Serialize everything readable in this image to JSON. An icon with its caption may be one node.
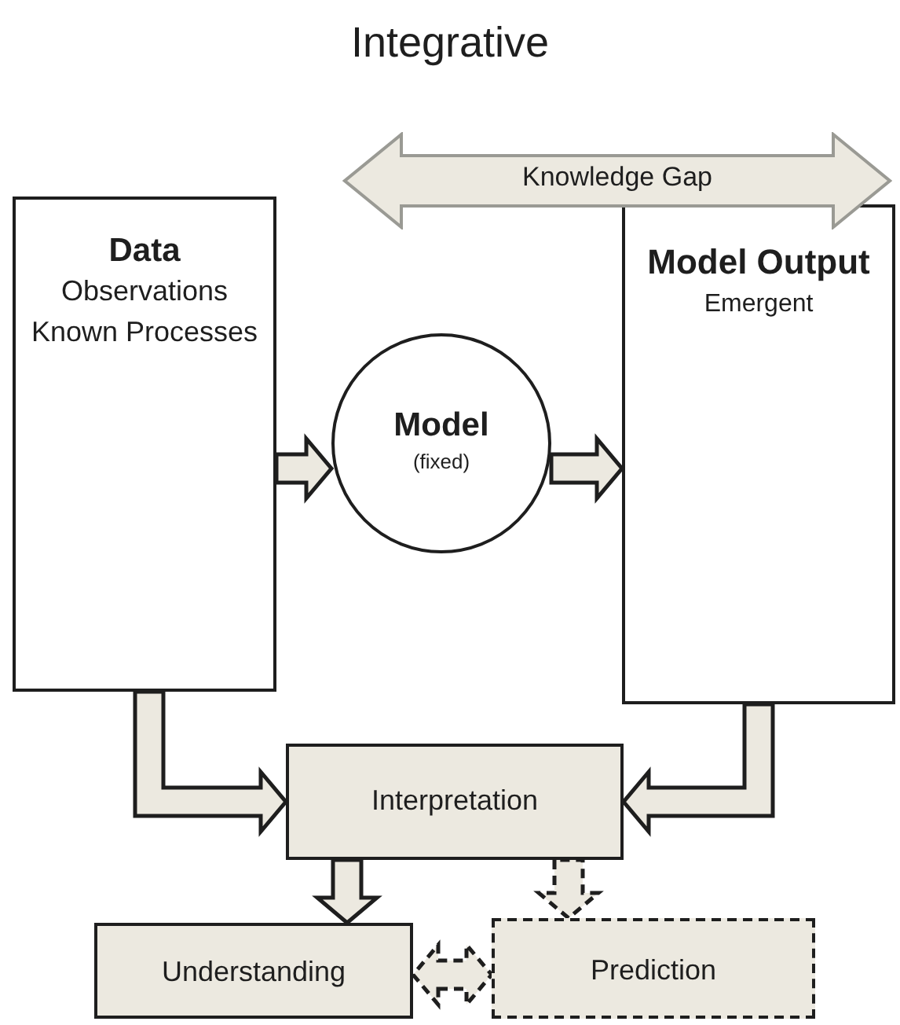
{
  "diagram": {
    "title": "Integrative",
    "nodes": [
      {
        "text": [
          "Knowledge Gap"
        ]
      },
      {
        "text": [
          "Data",
          "Observations Known Processes"
        ]
      },
      {
        "text": [
          "Model",
          "(fixed)"
        ]
      },
      {
        "text": [
          "Model Output",
          "Emergent"
        ]
      },
      {
        "text": [
          "Interpretation"
        ]
      },
      {
        "text": [
          "Understanding"
        ]
      },
      {
        "text": [
          "Prediction"
        ]
      }
    ],
    "edges": [
      {
        "from": 1,
        "to": 2,
        "arrow": "to"
      },
      {
        "from": 2,
        "to": 3,
        "arrow": "to"
      },
      {
        "from": 1,
        "to": 4,
        "arrow": "to"
      },
      {
        "from": 3,
        "to": 4,
        "arrow": "to"
      },
      {
        "from": 4,
        "to": 5,
        "arrow": "to"
      },
      {
        "from": 4,
        "to": 6,
        "arrow": "to",
        "style": "dashed"
      },
      {
        "from": 5,
        "to": 6,
        "arrow": "both",
        "style": "dashed"
      }
    ]
  }
}
